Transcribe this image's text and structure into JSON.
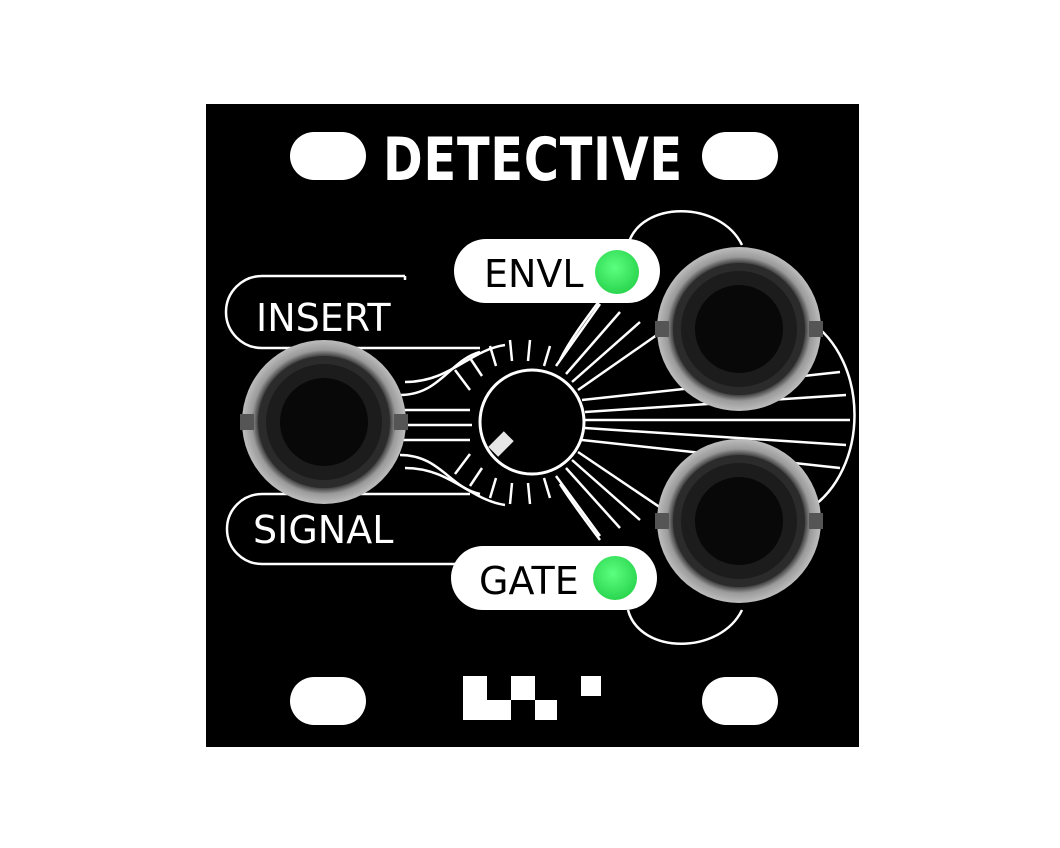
{
  "module": {
    "title": "DETECTIVE",
    "labels": {
      "insert": "INSERT",
      "signal": "SIGNAL",
      "envelope_output": "ENVL",
      "gate_output": "GATE"
    },
    "led_color": "#33e65a",
    "panel_color": "#000000",
    "line_color": "#ffffff",
    "icons": {
      "mounting_holes": "mounting-hole-icon",
      "brand_logo": "pixel-logo-icon",
      "jacks": "audio-jack-icon",
      "knob": "threshold-knob-icon",
      "leds": "status-led-icon"
    }
  }
}
